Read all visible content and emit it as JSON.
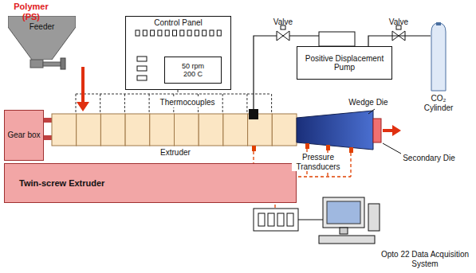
{
  "diagram": {
    "nodes": [
      {
        "text": [
          "Feeder"
        ]
      },
      {
        "text": [
          "Control Panel"
        ]
      },
      {
        "text": [
          "50 rpm 200 C"
        ],
        "in": 1
      },
      {
        "text": [
          "Positive Displacement Pump"
        ]
      },
      {
        "text": [
          "CO₂ Cylinder"
        ]
      },
      {
        "text": [
          "Gear box"
        ]
      },
      {
        "text": [
          "Twin-screw Extruder"
        ]
      }
    ],
    "edges": [
      {
        "from": 4,
        "to": 3,
        "arrow": "none"
      }
    ],
    "labels": [
      "Polymer (PS)",
      "Valve",
      "Valve",
      "Thermocouples",
      "Extruder",
      "Pressure Transducers",
      "Wedge Die",
      "Secondary Die",
      "Opto 22 Data Acquisition System"
    ]
  }
}
